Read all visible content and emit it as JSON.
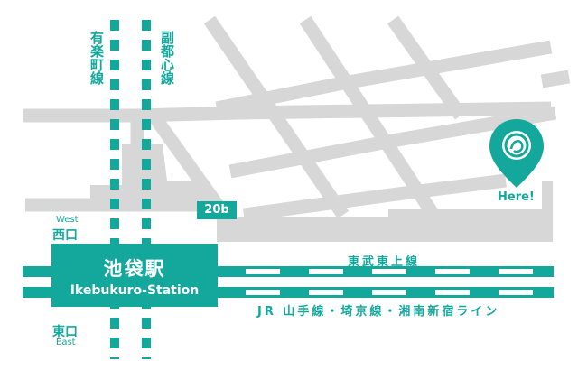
{
  "station": {
    "name_jp": "池袋駅",
    "name_en": "Ikebukuro-Station"
  },
  "lines": {
    "yurakucho": "有楽町線",
    "fukutoshin": "副都心線",
    "tobu_tojo": "東武東上線",
    "jr": "JR 山手線・埼京線・湘南新宿ライン"
  },
  "exits": {
    "west_en": "West",
    "west_jp": "西口",
    "east_jp": "東口",
    "east_en": "East",
    "exit_20b": "20b"
  },
  "pin": {
    "label": "Here!",
    "icon": "location-pin-icon"
  },
  "colors": {
    "teal": "#14a89c",
    "road": "#d7d7d7",
    "background": "#ffffff"
  }
}
